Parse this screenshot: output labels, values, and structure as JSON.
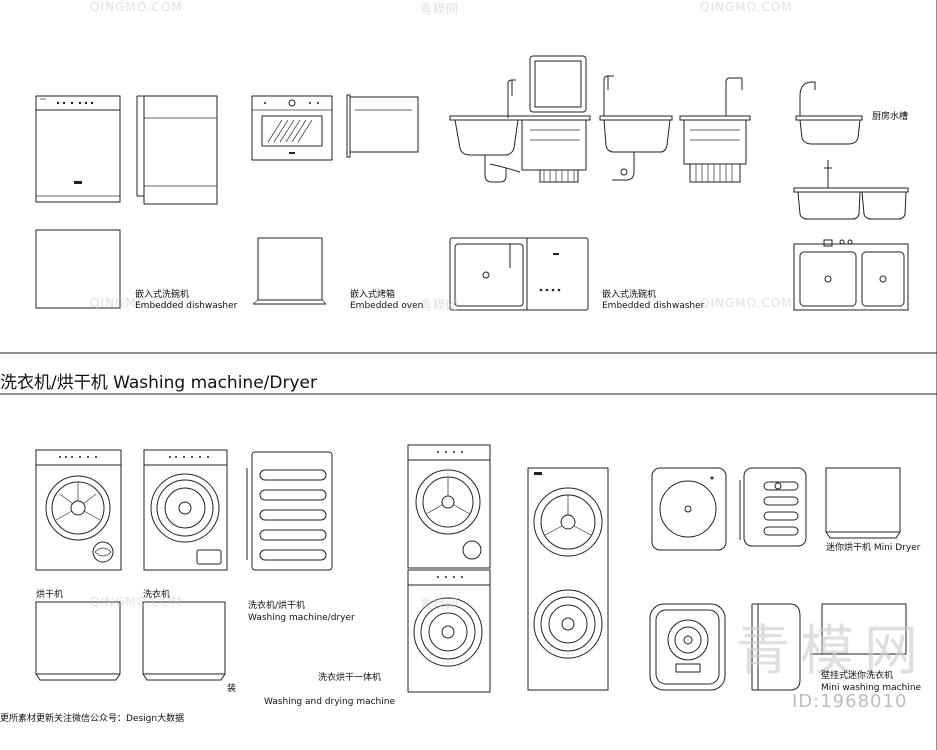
{
  "section_title": "洗衣机/烘干机 Washing machine/Dryer",
  "labels": {
    "kitchen_sink": "厨房水槽",
    "embedded_dishwasher_cn": "嵌入式洗碗机",
    "embedded_dishwasher_en": "Embedded dishwasher",
    "embedded_oven_cn": "嵌入式烤箱",
    "embedded_oven_en": "Embedded oven",
    "sink_dishwasher_cn": "嵌入式洗碗机",
    "sink_dishwasher_en": "Embedded dishwasher",
    "dryer_cn": "烘干机",
    "washer_cn": "洗衣机",
    "washer_dryer_cn": "洗衣机/烘干机",
    "washer_dryer_en": "Washing machine/dryer",
    "stacked_cn": "洗衣烘干一体机",
    "stacked_en": "Washing and drying machine",
    "mini_dryer": "迷你烘干机 Mini Dryer",
    "mini_washer_cn": "壁挂式迷你洗衣机",
    "mini_washer_en": "Mini washing machine",
    "stray_char": "装"
  },
  "footer": "更所素材更新关注微信公众号：Design大数据",
  "watermark": {
    "brand_en": "QINGMO.COM",
    "brand_cn": "青模网",
    "big": "青模网",
    "id": "ID:1968010"
  }
}
